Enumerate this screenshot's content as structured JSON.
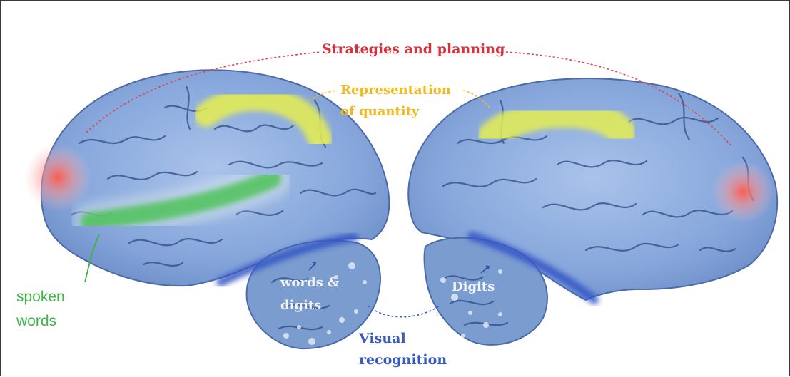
{
  "colors": {
    "strategies": "#d9303a",
    "quantity": "#f2b81f",
    "spoken": "#3fb24a",
    "visual": "#3a5bbd",
    "word_text": "#f2f5fb"
  },
  "labels": {
    "strategies": "Strategies and planning",
    "quantity_line1": "Representation",
    "quantity_line2": "of quantity",
    "spoken_line1": "spoken",
    "spoken_line2": "words",
    "words_digits_line1": "words &",
    "words_digits_line2": "digits",
    "digits": "Digits",
    "visual_line1": "Visual",
    "visual_line2": "recognition"
  }
}
